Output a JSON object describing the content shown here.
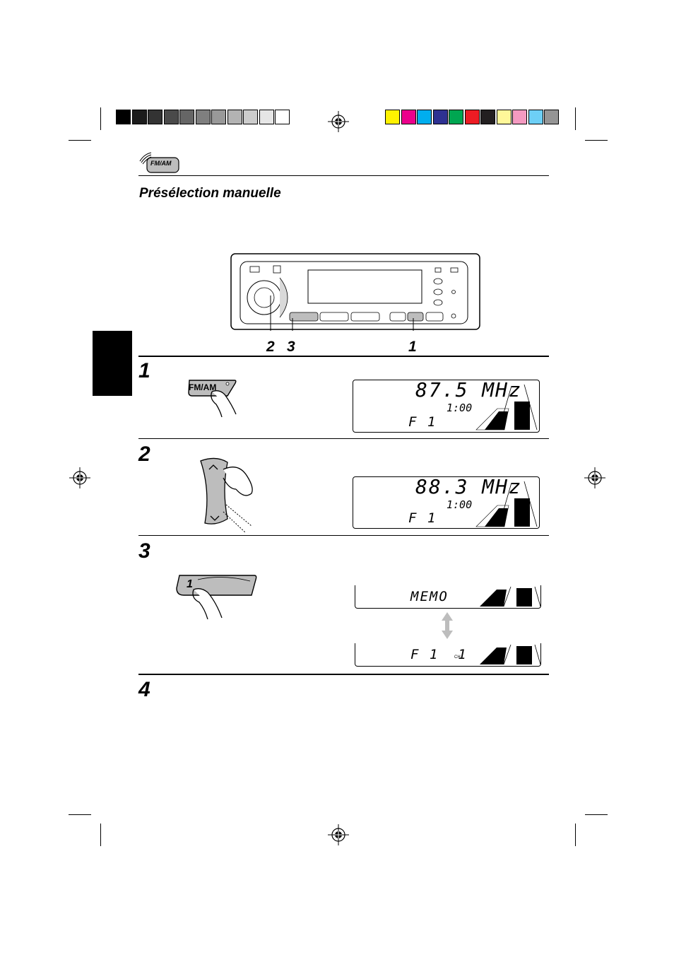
{
  "header": {
    "icon_label": "FM/AM",
    "section_title": "Présélection manuelle"
  },
  "callouts": {
    "c2": "2",
    "c3": "3",
    "c1": "1"
  },
  "steps": {
    "s1": {
      "number": "1",
      "button_label": "FM/AM",
      "display": {
        "freq": "87.5 MHz",
        "clock": "1:00",
        "band": "F 1"
      }
    },
    "s2": {
      "number": "2",
      "display": {
        "freq": "88.3 MHz",
        "clock": "1:00",
        "band": "F 1"
      }
    },
    "s3": {
      "number": "3",
      "button_label": "1",
      "display_a": {
        "text": "MEMO"
      },
      "display_b": {
        "text": "F 1  1",
        "unit": "CH"
      }
    },
    "s4": {
      "number": "4"
    }
  },
  "colors": {
    "gray_bar": [
      "#000000",
      "#1c1c1c",
      "#333333",
      "#4a4a4a",
      "#666666",
      "#7f7f7f",
      "#999999",
      "#b3b3b3",
      "#cccccc",
      "#e6e6e6",
      "#ffffff"
    ],
    "color_bar": [
      "#fff200",
      "#ec008c",
      "#00aeef",
      "#2e3192",
      "#00a651",
      "#ed1c24",
      "#231f20",
      "#fff799",
      "#f49ac1",
      "#6dcff6",
      "#959595"
    ]
  }
}
